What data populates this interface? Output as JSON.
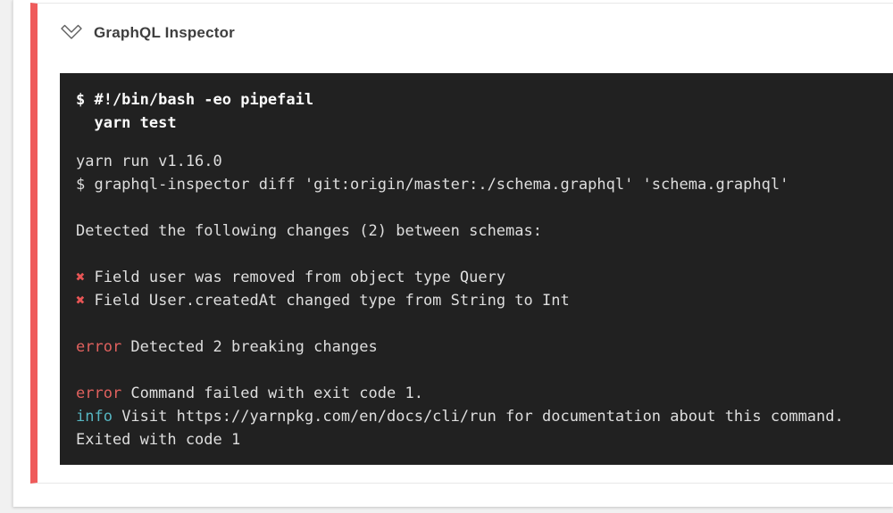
{
  "colors": {
    "page_bg": "#f1f1f1",
    "gutter_border": "#e2e2e2",
    "card_border": "#e8e8e8",
    "accent_red": "#ef5b5b",
    "terminal_bg": "#212121",
    "terminal_text": "#dedede",
    "terminal_bold_text": "#fafafa",
    "error_red": "#e0615e",
    "info_cyan": "#56b6c2",
    "cross_red": "#e85555"
  },
  "header": {
    "title": "GraphQL Inspector"
  },
  "terminal": {
    "lines": [
      {
        "type": "line",
        "segments": [
          {
            "text": "$ #!/bin/bash -eo pipefail",
            "style": "bold"
          }
        ]
      },
      {
        "type": "line",
        "segments": [
          {
            "text": "  yarn test",
            "style": "bold"
          }
        ]
      },
      {
        "type": "gap",
        "segments": []
      },
      {
        "type": "line",
        "segments": [
          {
            "text": "yarn run v1.16.0",
            "style": "plain"
          }
        ]
      },
      {
        "type": "line",
        "segments": [
          {
            "text": "$ graphql-inspector diff 'git:origin/master:./schema.graphql' 'schema.graphql'",
            "style": "plain"
          }
        ]
      },
      {
        "type": "blank",
        "segments": []
      },
      {
        "type": "line",
        "segments": [
          {
            "text": "Detected the following changes (2) between schemas:",
            "style": "plain"
          }
        ]
      },
      {
        "type": "blank",
        "segments": []
      },
      {
        "type": "line",
        "segments": [
          {
            "text": "✖",
            "style": "cross"
          },
          {
            "text": " Field user was removed from object type Query",
            "style": "plain"
          }
        ]
      },
      {
        "type": "line",
        "segments": [
          {
            "text": "✖",
            "style": "cross"
          },
          {
            "text": " Field User.createdAt changed type from String to Int",
            "style": "plain"
          }
        ]
      },
      {
        "type": "blank",
        "segments": []
      },
      {
        "type": "line",
        "segments": [
          {
            "text": "error",
            "style": "error"
          },
          {
            "text": " Detected 2 breaking changes",
            "style": "plain"
          }
        ]
      },
      {
        "type": "blank",
        "segments": []
      },
      {
        "type": "line",
        "segments": [
          {
            "text": "error",
            "style": "error"
          },
          {
            "text": " Command failed with exit code 1.",
            "style": "plain"
          }
        ]
      },
      {
        "type": "line",
        "segments": [
          {
            "text": "info",
            "style": "info"
          },
          {
            "text": " Visit https://yarnpkg.com/en/docs/cli/run for documentation about this command.",
            "style": "plain"
          }
        ]
      },
      {
        "type": "line",
        "segments": [
          {
            "text": "Exited with code 1",
            "style": "plain"
          }
        ]
      }
    ]
  }
}
